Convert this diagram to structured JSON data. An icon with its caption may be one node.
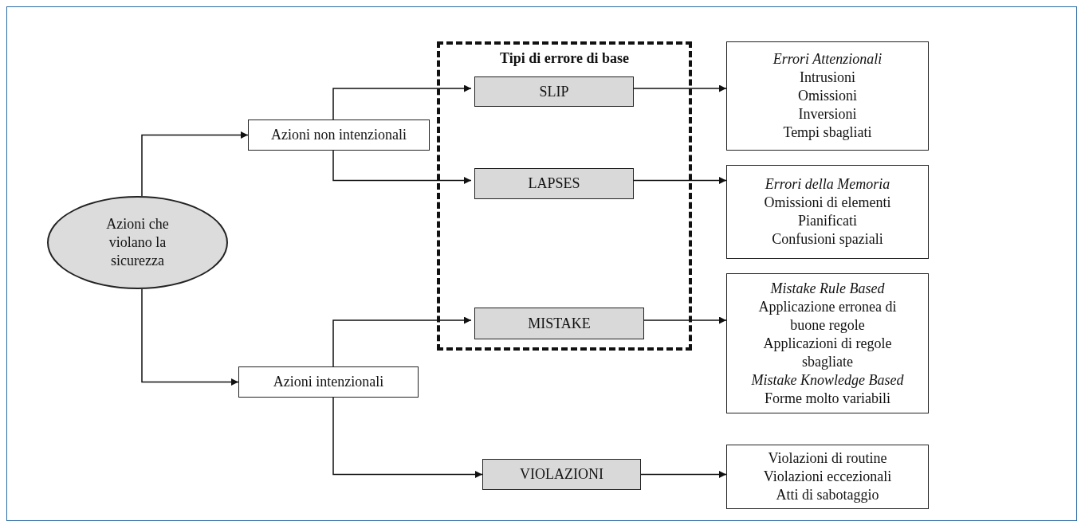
{
  "diagram": {
    "nodes": [
      {
        "text": [
          "Azioni che violano la sicurezza"
        ]
      },
      {
        "text": [
          "Azioni non intenzionali"
        ]
      },
      {
        "text": [
          "Azioni intenzionali"
        ]
      },
      {
        "text": [
          "Tipi di errore di base"
        ]
      },
      {
        "text": [
          "SLIP"
        ],
        "in": 3
      },
      {
        "text": [
          "LAPSES"
        ],
        "in": 3
      },
      {
        "text": [
          "MISTAKE"
        ],
        "in": 3
      },
      {
        "text": [
          "VIOLAZIONI"
        ]
      },
      {
        "text": [
          "Errori Attenzionali",
          "Intrusioni",
          "Omissioni",
          "Inversioni",
          "Tempi sbagliati"
        ]
      },
      {
        "text": [
          "Errori della Memoria",
          "Omissioni di elementi",
          "Pianificati",
          "Confusioni spaziali"
        ]
      },
      {
        "text": [
          "Mistake Rule Based",
          "Applicazione erronea di buone regole",
          "Applicazioni di regole sbagliate",
          "Mistake Knowledge Based",
          "Forme molto variabili"
        ]
      },
      {
        "text": [
          "Violazioni di routine",
          "Violazioni eccezionali",
          "Atti di sabotaggio"
        ]
      }
    ],
    "edges": [
      {
        "from": 0,
        "to": 1,
        "arrow": "to"
      },
      {
        "from": 0,
        "to": 2,
        "arrow": "to"
      },
      {
        "from": 1,
        "to": 4,
        "arrow": "to"
      },
      {
        "from": 1,
        "to": 5,
        "arrow": "to"
      },
      {
        "from": 2,
        "to": 6,
        "arrow": "to"
      },
      {
        "from": 2,
        "to": 7,
        "arrow": "to"
      },
      {
        "from": 4,
        "to": 8,
        "arrow": "to"
      },
      {
        "from": 5,
        "to": 9,
        "arrow": "to"
      },
      {
        "from": 6,
        "to": 10,
        "arrow": "to"
      },
      {
        "from": 7,
        "to": 11,
        "arrow": "to"
      }
    ]
  }
}
